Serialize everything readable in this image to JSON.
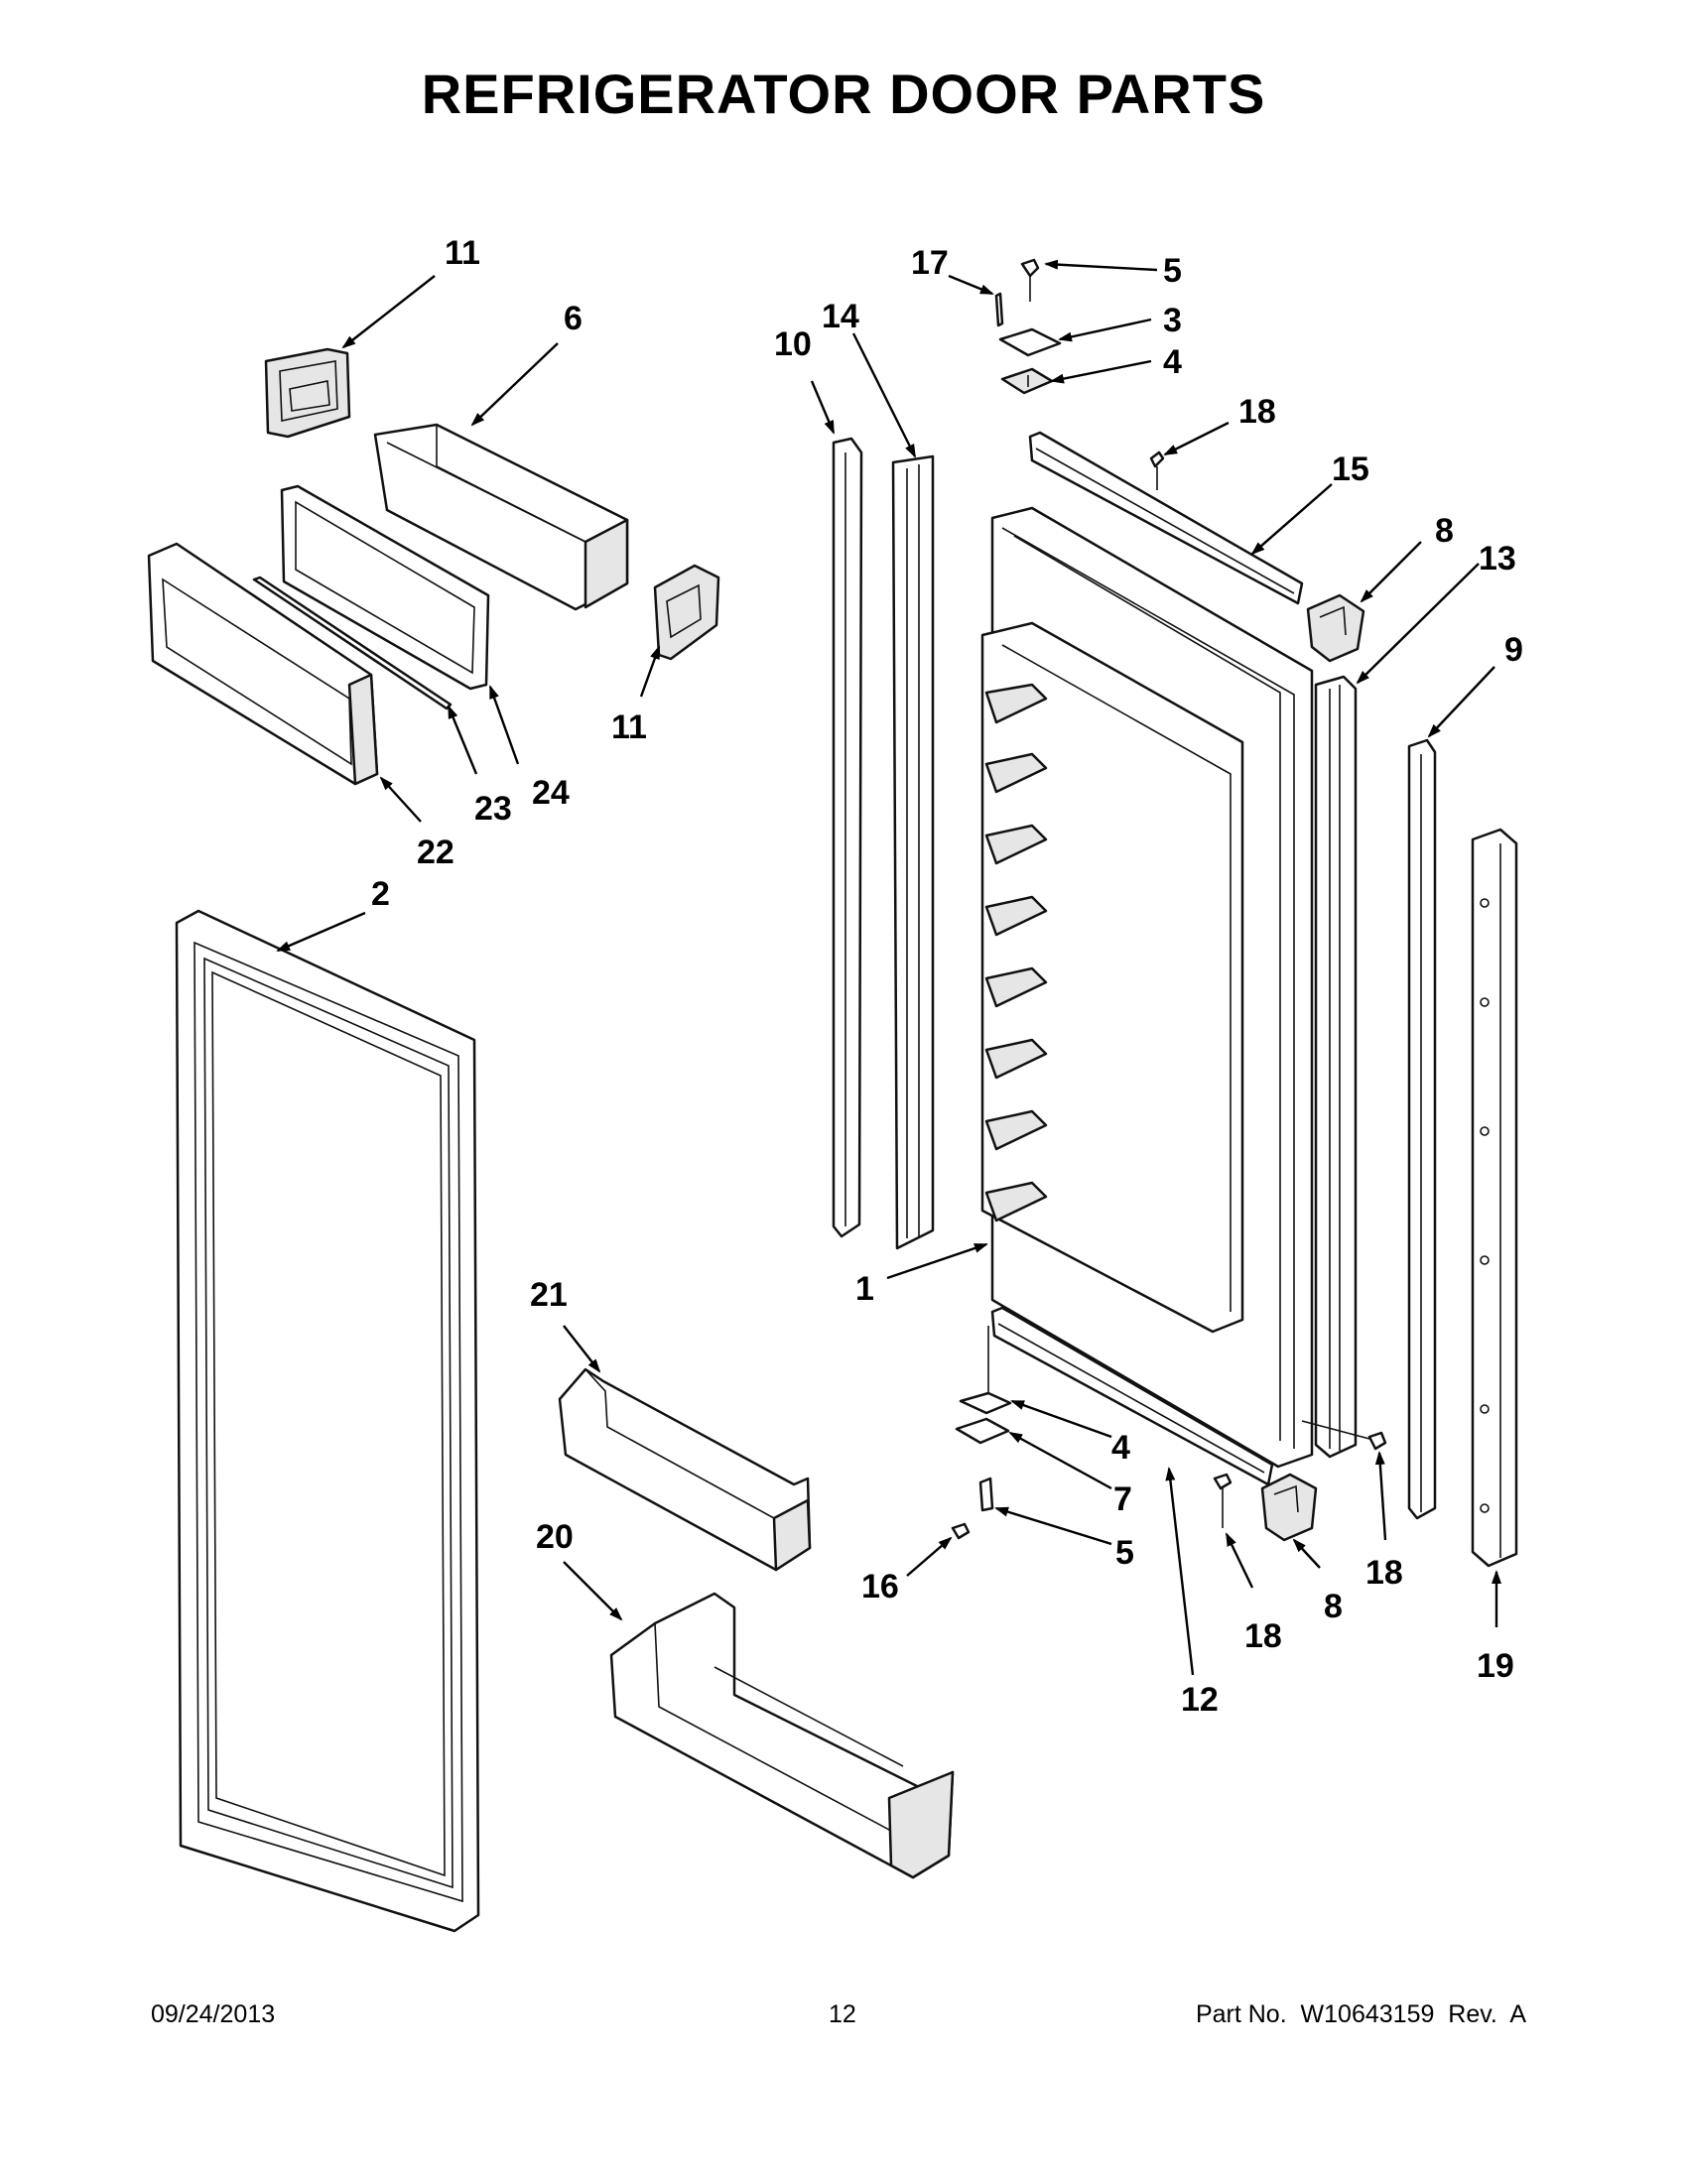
{
  "title": "REFRIGERATOR DOOR PARTS",
  "callouts": [
    {
      "id": "c11a",
      "label": "11"
    },
    {
      "id": "c6",
      "label": "6"
    },
    {
      "id": "c11b",
      "label": "11"
    },
    {
      "id": "c24",
      "label": "24"
    },
    {
      "id": "c23",
      "label": "23"
    },
    {
      "id": "c22",
      "label": "22"
    },
    {
      "id": "c2",
      "label": "2"
    },
    {
      "id": "c10",
      "label": "10"
    },
    {
      "id": "c14",
      "label": "14"
    },
    {
      "id": "c17",
      "label": "17"
    },
    {
      "id": "c5a",
      "label": "5"
    },
    {
      "id": "c3",
      "label": "3"
    },
    {
      "id": "c4a",
      "label": "4"
    },
    {
      "id": "c18a",
      "label": "18"
    },
    {
      "id": "c15",
      "label": "15"
    },
    {
      "id": "c8a",
      "label": "8"
    },
    {
      "id": "c13",
      "label": "13"
    },
    {
      "id": "c9",
      "label": "9"
    },
    {
      "id": "c1",
      "label": "1"
    },
    {
      "id": "c21",
      "label": "21"
    },
    {
      "id": "c20",
      "label": "20"
    },
    {
      "id": "c4b",
      "label": "4"
    },
    {
      "id": "c7",
      "label": "7"
    },
    {
      "id": "c5b",
      "label": "5"
    },
    {
      "id": "c16",
      "label": "16"
    },
    {
      "id": "c18b",
      "label": "18"
    },
    {
      "id": "c12",
      "label": "12"
    },
    {
      "id": "c8b",
      "label": "8"
    },
    {
      "id": "c18c",
      "label": "18"
    },
    {
      "id": "c19",
      "label": "19"
    }
  ],
  "footer": {
    "date": "09/24/2013",
    "page": "12",
    "part_no": "Part No.  W10643159  Rev.  A"
  }
}
